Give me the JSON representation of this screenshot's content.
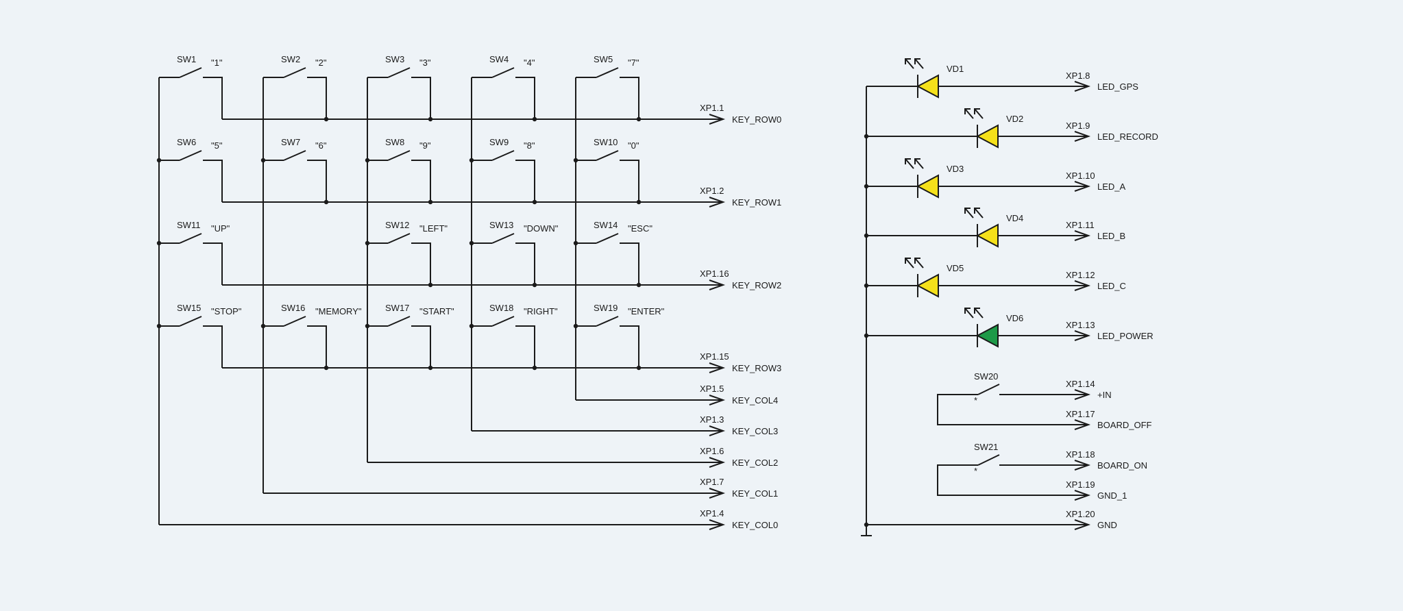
{
  "colors": {
    "background": "#eef3f7",
    "wire": "#1a1a1a",
    "led_yellow": "#f5e11a",
    "led_green": "#1e9a48"
  },
  "keypad": {
    "switches": [
      {
        "ref": "SW1",
        "label": "\"1\"",
        "row": 0,
        "col": 0
      },
      {
        "ref": "SW2",
        "label": "\"2\"",
        "row": 0,
        "col": 1
      },
      {
        "ref": "SW3",
        "label": "\"3\"",
        "row": 0,
        "col": 2
      },
      {
        "ref": "SW4",
        "label": "\"4\"",
        "row": 0,
        "col": 3
      },
      {
        "ref": "SW5",
        "label": "\"7\"",
        "row": 0,
        "col": 4
      },
      {
        "ref": "SW6",
        "label": "\"5\"",
        "row": 1,
        "col": 0
      },
      {
        "ref": "SW7",
        "label": "\"6\"",
        "row": 1,
        "col": 1
      },
      {
        "ref": "SW8",
        "label": "\"9\"",
        "row": 1,
        "col": 2
      },
      {
        "ref": "SW9",
        "label": "\"8\"",
        "row": 1,
        "col": 3
      },
      {
        "ref": "SW10",
        "label": "\"0\"",
        "row": 1,
        "col": 4
      },
      {
        "ref": "SW11",
        "label": "\"UP\"",
        "row": 2,
        "col": 0
      },
      {
        "ref": "SW12",
        "label": "\"LEFT\"",
        "row": 2,
        "col": 2
      },
      {
        "ref": "SW13",
        "label": "\"DOWN\"",
        "row": 2,
        "col": 3
      },
      {
        "ref": "SW14",
        "label": "\"ESC\"",
        "row": 2,
        "col": 4
      },
      {
        "ref": "SW15",
        "label": "\"STOP\"",
        "row": 3,
        "col": 0
      },
      {
        "ref": "SW16",
        "label": "\"MEMORY\"",
        "row": 3,
        "col": 1
      },
      {
        "ref": "SW17",
        "label": "\"START\"",
        "row": 3,
        "col": 2
      },
      {
        "ref": "SW18",
        "label": "\"RIGHT\"",
        "row": 3,
        "col": 3
      },
      {
        "ref": "SW19",
        "label": "\"ENTER\"",
        "row": 3,
        "col": 4
      }
    ],
    "rows": [
      {
        "pin": "XP1.1",
        "net": "KEY_ROW0"
      },
      {
        "pin": "XP1.2",
        "net": "KEY_ROW1"
      },
      {
        "pin": "XP1.16",
        "net": "KEY_ROW2"
      },
      {
        "pin": "XP1.15",
        "net": "KEY_ROW3"
      }
    ],
    "cols": [
      {
        "pin": "XP1.4",
        "net": "KEY_COL0"
      },
      {
        "pin": "XP1.7",
        "net": "KEY_COL1"
      },
      {
        "pin": "XP1.6",
        "net": "KEY_COL2"
      },
      {
        "pin": "XP1.3",
        "net": "KEY_COL3"
      },
      {
        "pin": "XP1.5",
        "net": "KEY_COL4"
      }
    ]
  },
  "leds": [
    {
      "ref": "VD1",
      "pin": "XP1.8",
      "net": "LED_GPS",
      "color": "yellow",
      "stagger": 0
    },
    {
      "ref": "VD2",
      "pin": "XP1.9",
      "net": "LED_RECORD",
      "color": "yellow",
      "stagger": 1
    },
    {
      "ref": "VD3",
      "pin": "XP1.10",
      "net": "LED_A",
      "color": "yellow",
      "stagger": 0
    },
    {
      "ref": "VD4",
      "pin": "XP1.11",
      "net": "LED_B",
      "color": "yellow",
      "stagger": 1
    },
    {
      "ref": "VD5",
      "pin": "XP1.12",
      "net": "LED_C",
      "color": "yellow",
      "stagger": 0
    },
    {
      "ref": "VD6",
      "pin": "XP1.13",
      "net": "LED_POWER",
      "color": "green",
      "stagger": 1
    }
  ],
  "power_switches": [
    {
      "ref": "SW20",
      "mark": "*",
      "upper": {
        "pin": "XP1.14",
        "net": "+IN"
      },
      "lower": {
        "pin": "XP1.17",
        "net": "BOARD_OFF"
      }
    },
    {
      "ref": "SW21",
      "mark": "*",
      "upper": {
        "pin": "XP1.18",
        "net": "BOARD_ON"
      },
      "lower": {
        "pin": "XP1.19",
        "net": "GND_1"
      }
    }
  ],
  "ground": {
    "pin": "XP1.20",
    "net": "GND"
  }
}
